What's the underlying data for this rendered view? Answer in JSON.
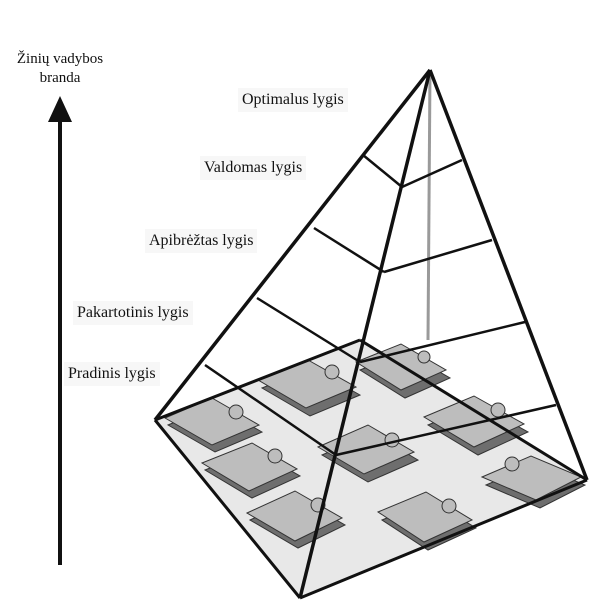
{
  "axis": {
    "title_line1": "Žinių vadybos",
    "title_line2": "branda"
  },
  "levels": [
    {
      "label": "Optimalus lygis"
    },
    {
      "label": "Valdomas lygis"
    },
    {
      "label": "Apibrėžtas lygis"
    },
    {
      "label": "Pakartotinis lygis"
    },
    {
      "label": "Pradinis lygis"
    }
  ],
  "colors": {
    "line": "#111111",
    "puzzle_fill": "#bdbdbd",
    "puzzle_shadow": "#6e6e6e",
    "base_fill": "#e6e6e6",
    "hidden_edge": "#9a9a9a"
  }
}
